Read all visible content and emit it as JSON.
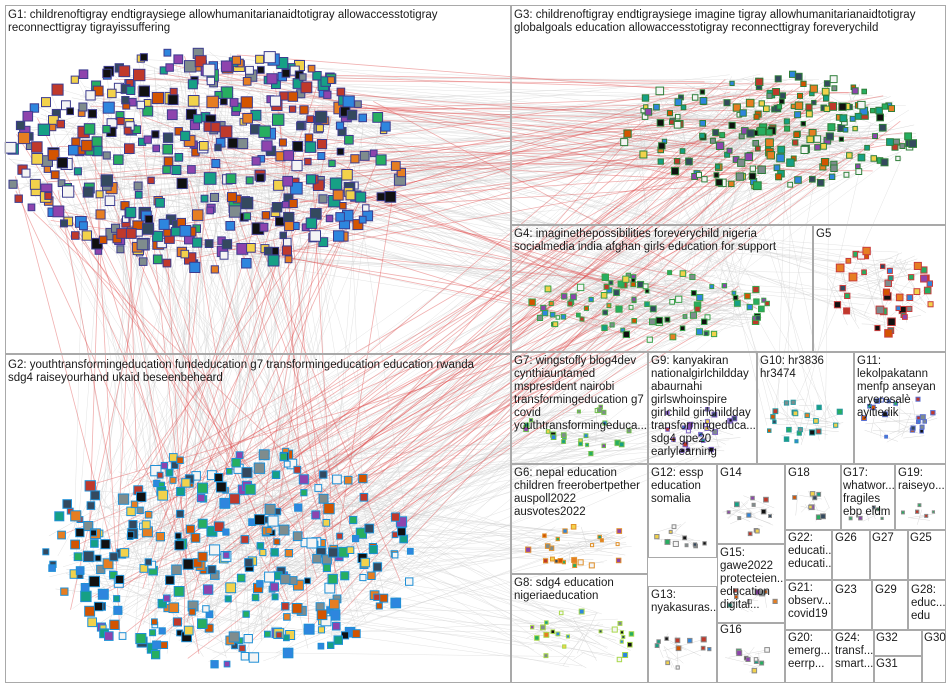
{
  "graph": {
    "groups": [
      {
        "id": "G1",
        "label": "G1: childrenoftigray endtigraysiege allowhumanitarianaidtotigray allowaccesstotigray\nreconnecttigray tigrayissuffering"
      },
      {
        "id": "G2",
        "label": "G2: youthtransformingeducation fundeducation g7 transformingeducation education rwanda\nsdg4 raiseyourhand ukaid beseenbeheard"
      },
      {
        "id": "G3",
        "label": "G3: childrenoftigray endtigraysiege imagine tigray allowhumanitarianaidtotigray\nglobalgoals education allowaccesstotigray reconnecttigray foreverychild"
      },
      {
        "id": "G4",
        "label": "G4: imaginethepossibilities foreverychild nigeria\nsocialmedia india afghan girls education for support"
      },
      {
        "id": "G5",
        "label": "G5"
      },
      {
        "id": "G6",
        "label": "G6: nepal education\nchildren freerobertpether\nauspoll2022\nausvotes2022"
      },
      {
        "id": "G7",
        "label": "G7: wingstofly blog4dev\ncynthiauntamed\nmspresident nairobi\ntransformingeducation g7\ncovid\nyouthtransformingeduca..."
      },
      {
        "id": "G8",
        "label": "G8: sdg4 education\nnigeriaeducation"
      },
      {
        "id": "G9",
        "label": "G9: kanyakiran\nnationalgirlchildday\nabaurnahi\ngirlswhoinspire\ngirlchild girlchildday\ntransformingeduca...\nsdg4 gpe20\nearlylearning"
      },
      {
        "id": "G10",
        "label": "G10: hr3836\nhr3474"
      },
      {
        "id": "G11",
        "label": "G11:\nlekolpakatann\nmenfp anseyan\naryeresalè\nayitiedik"
      },
      {
        "id": "G12",
        "label": "G12: essp\neducation\nsomalia"
      },
      {
        "id": "G13",
        "label": "G13:\nnyakasuras..."
      },
      {
        "id": "G14",
        "label": "G14"
      },
      {
        "id": "G15",
        "label": "G15:\ngawe2022\nprotecteien...\neducation\ndigital..."
      },
      {
        "id": "G16",
        "label": "G16"
      },
      {
        "id": "G17",
        "label": "G17:\nwhatwor...\nfragiles\nebp eidm"
      },
      {
        "id": "G18",
        "label": "G18"
      },
      {
        "id": "G19",
        "label": "G19:\nraiseyo..."
      },
      {
        "id": "G20",
        "label": "G20:\nemerg...\neerrp..."
      },
      {
        "id": "G21",
        "label": "G21:\nobserv...\ncovid19"
      },
      {
        "id": "G22",
        "label": "G22:\neducati...\neducati..."
      },
      {
        "id": "G23",
        "label": "G23"
      },
      {
        "id": "G24",
        "label": "G24:\ntransf...\nsmart..."
      },
      {
        "id": "G25",
        "label": "G25"
      },
      {
        "id": "G26",
        "label": "G26"
      },
      {
        "id": "G27",
        "label": "G27"
      },
      {
        "id": "G28",
        "label": "G28:\neduc...\nedu"
      },
      {
        "id": "G29",
        "label": "G29"
      },
      {
        "id": "G30",
        "label": "G30"
      },
      {
        "id": "G31",
        "label": "G31"
      },
      {
        "id": "G32",
        "label": "G32"
      }
    ],
    "colors": {
      "G1": "#3d3d8f",
      "G2": "#1e8fd6",
      "G3": "#2f7f3a",
      "G4": "#3aa04a",
      "G5": "#c83c3c",
      "G6": "#e0902a",
      "G7": "#6fbf4a",
      "G8": "#a8d84a",
      "G9": "#7a5fc0",
      "G10": "#2a9aa0",
      "G11": "#5a6fd0",
      "small": "#8a8a8a",
      "edge": "#d0d0d0",
      "edge_strong": "#e05050"
    }
  }
}
